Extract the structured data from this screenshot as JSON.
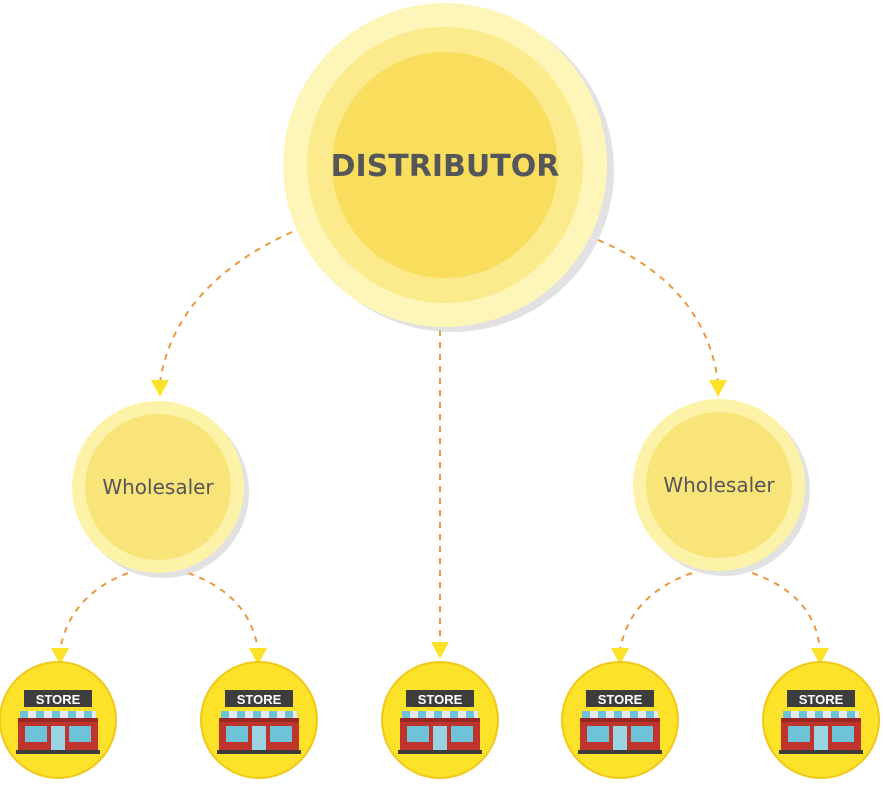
{
  "diagram": {
    "distributor": {
      "label": "DISTRIBUTOR"
    },
    "wholesalers": [
      {
        "label": "Wholesaler"
      },
      {
        "label": "Wholesaler"
      }
    ],
    "stores": [
      {
        "label": "STORE"
      },
      {
        "label": "STORE"
      },
      {
        "label": "STORE"
      },
      {
        "label": "STORE"
      },
      {
        "label": "STORE"
      }
    ],
    "colors": {
      "circle_outer": "#fdf6b8",
      "circle_mid": "#fbeb8c",
      "circle_inner": "#f9de5e",
      "small_circle_outer": "#fdf3a8",
      "small_circle_inner": "#f9e479",
      "store_badge": "#fce32a",
      "connector": "#e99a3c",
      "arrow_head": "#fce32a",
      "store_wall": "#c0342e",
      "store_window": "#6ec3d8",
      "store_sign": "#3d3d3d",
      "label_text": "#55565a"
    }
  }
}
